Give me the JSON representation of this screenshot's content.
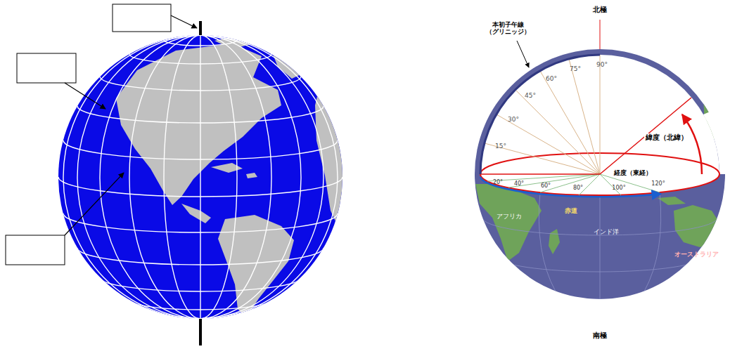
{
  "diagram": {
    "labels": [
      "北極",
      "本初子午線 （グリニッジ）",
      "90°",
      "75°",
      "60°",
      "45°",
      "30°",
      "15°",
      "20°",
      "40°",
      "60°",
      "80°",
      "100°",
      "120°",
      "緯度（北緯）",
      "経度（東経）",
      "アフリカ",
      "赤道",
      "インド洋",
      "オーストラリア",
      "南極"
    ]
  }
}
